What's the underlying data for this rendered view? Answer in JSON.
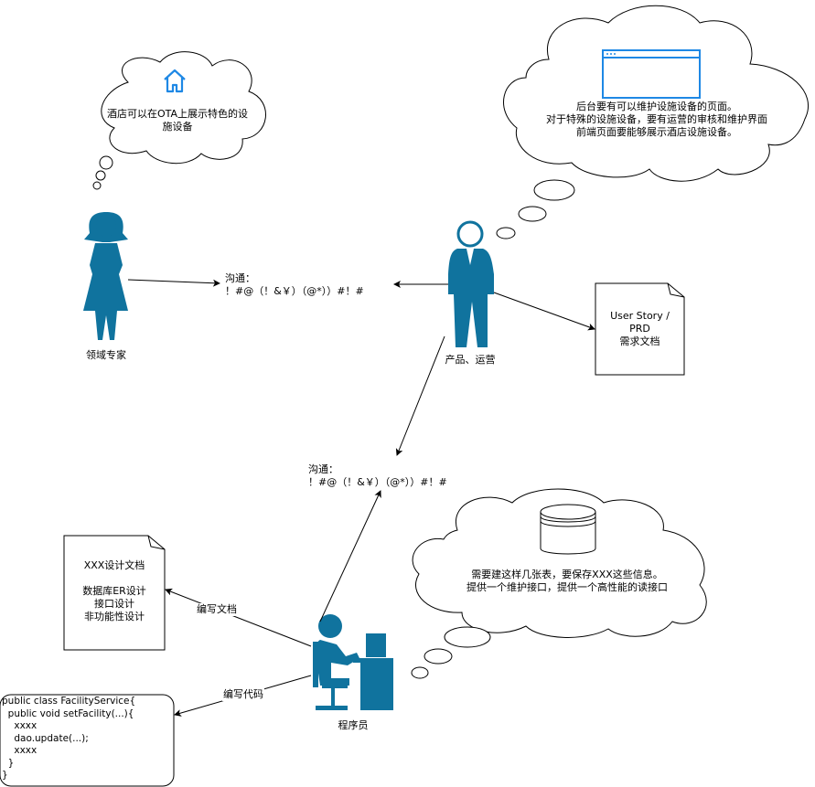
{
  "colors": {
    "figure": "#10739E",
    "line": "#000000",
    "icon": "#1E88E5",
    "bg": "#FFFFFF"
  },
  "domain_expert": {
    "label": "领域专家",
    "icon": "female-user-icon"
  },
  "domain_expert_thought": {
    "text": "酒店可以在OTA上展示特色的设\n施设备",
    "icon": "home-icon"
  },
  "product_ops": {
    "label": "产品、运营",
    "icon": "male-user-icon"
  },
  "product_ops_thought": {
    "text": "后台要有可以维护设施设备的页面。\n对于特殊的设施设备，要有运营的审核和维护界面\n前端页面要能够展示酒店设施设备。",
    "icon": "browser-window-icon"
  },
  "communication_top": {
    "text": "沟通：\n！#@（！&￥）（@*））#！#"
  },
  "communication_middle": {
    "text": "沟通：\n！#@（！&￥）（@*））#！#"
  },
  "requirements_doc": {
    "text": "User Story /\nPRD\n需求文档"
  },
  "programmer": {
    "label": "程序员",
    "icon": "programmer-at-desk-icon"
  },
  "programmer_thought": {
    "text": "需要建这样几张表，要保存XXX这些信息。\n提供一个维护接口，提供一个高性能的读接口",
    "icon": "database-icon"
  },
  "design_doc": {
    "text": "XXX设计文档\n\n数据库ER设计\n接口设计\n非功能性设计"
  },
  "code_block": {
    "text": "public class FacilityService{\n  public void setFacility(...){\n    xxxx\n    dao.update(...);\n    xxxx\n  }\n}"
  },
  "edge_labels": {
    "write_doc": "编写文档",
    "write_code": "编写代码"
  }
}
